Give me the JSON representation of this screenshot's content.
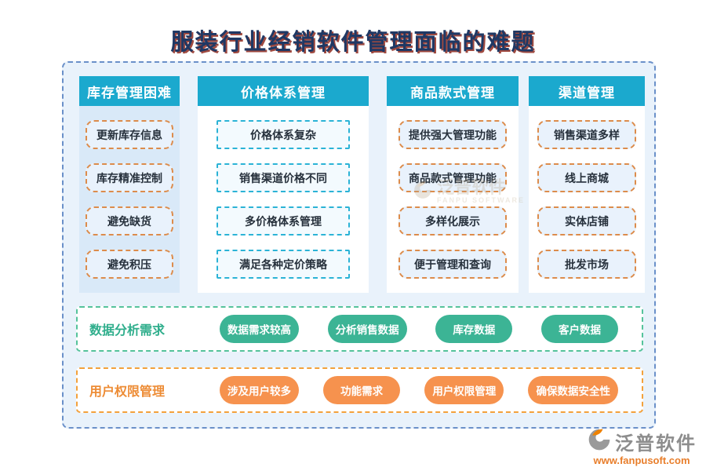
{
  "title": "服装行业经销软件管理面临的难题",
  "colors": {
    "header_teal": "#1BA9CE",
    "frame_bg": "#E9F2FB",
    "frame_border": "#6A90C9",
    "item_border_orange": "#DC8C4C",
    "item_border_teal": "#2BB3D6",
    "band_green": "#3CB495",
    "band_orange": "#F6924E",
    "title_color": "#1F3864"
  },
  "columns": [
    {
      "header": "库存管理困难",
      "items": [
        "更新库存信息",
        "库存精准控制",
        "避免缺货",
        "避免积压"
      ]
    },
    {
      "header": "价格体系管理",
      "items": [
        "价格体系复杂",
        "销售渠道价格不同",
        "多价格体系管理",
        "满足各种定价策略"
      ]
    },
    {
      "header": "商品款式管理",
      "items": [
        "提供强大管理功能",
        "商品款式管理功能",
        "多样化展示",
        "便于管理和查询"
      ]
    },
    {
      "header": "渠道管理",
      "items": [
        "销售渠道多样",
        "线上商城",
        "实体店铺",
        "批发市场"
      ]
    }
  ],
  "bands": [
    {
      "label": "数据分析需求",
      "buttons": [
        "数据需求较高",
        "分析销售数据",
        "库存数据",
        "客户数据"
      ]
    },
    {
      "label": "用户权限管理",
      "buttons": [
        "涉及用户较多",
        "功能需求",
        "用户权限管理",
        "确保数据安全性"
      ]
    }
  ],
  "watermark": {
    "name": "泛普软件",
    "subtitle": "FANPU SOFTWARE"
  },
  "logo": {
    "name": "泛普软件",
    "url": "www.fanpusoft.com"
  }
}
